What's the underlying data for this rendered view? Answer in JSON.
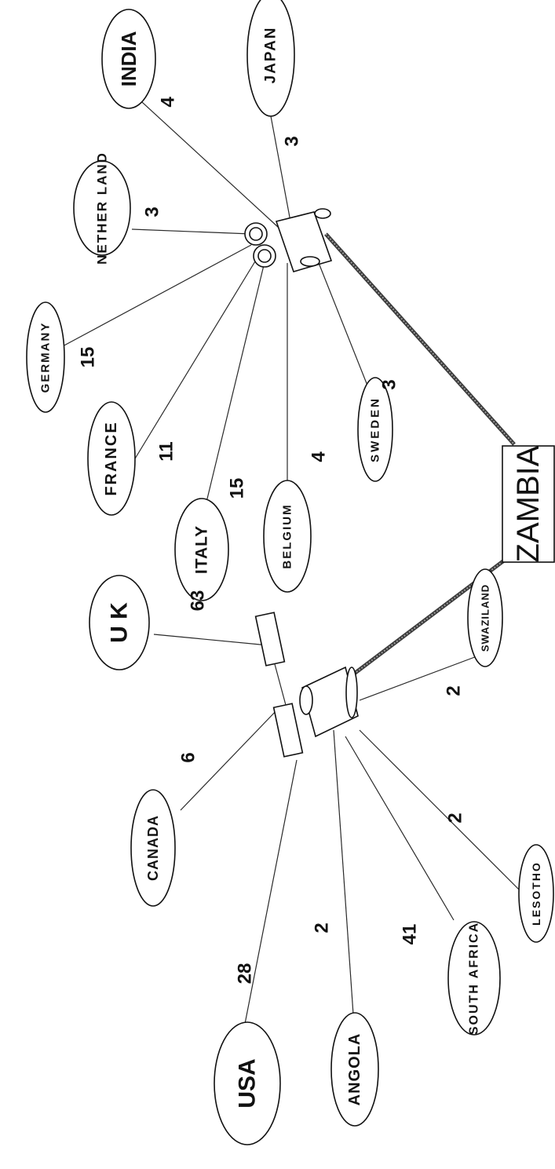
{
  "center": {
    "label": "ZAMBIA"
  },
  "hubs": [
    {
      "id": "west",
      "links": [
        {
          "country": "U K",
          "count": "63"
        },
        {
          "country": "CANADA",
          "count": "6"
        },
        {
          "country": "USA",
          "count": "28"
        },
        {
          "country": "ANGOLA",
          "count": "2"
        },
        {
          "country": "SOUTH AFRICA",
          "count": "41"
        },
        {
          "country": "LESOTHO",
          "count": "2"
        },
        {
          "country": "SWAZILAND",
          "count": "2"
        }
      ]
    },
    {
      "id": "east",
      "links": [
        {
          "country": "INDIA",
          "count": "4"
        },
        {
          "country": "JAPAN",
          "count": "3"
        },
        {
          "country": "NETHER LAND",
          "count": "3"
        },
        {
          "country": "GERMANY",
          "count": "15"
        },
        {
          "country": "FRANCE",
          "count": "11"
        },
        {
          "country": "ITALY",
          "count": "15"
        },
        {
          "country": "BELGIUM",
          "count": "4"
        },
        {
          "country": "SWEDEN",
          "count": "3"
        }
      ]
    }
  ]
}
